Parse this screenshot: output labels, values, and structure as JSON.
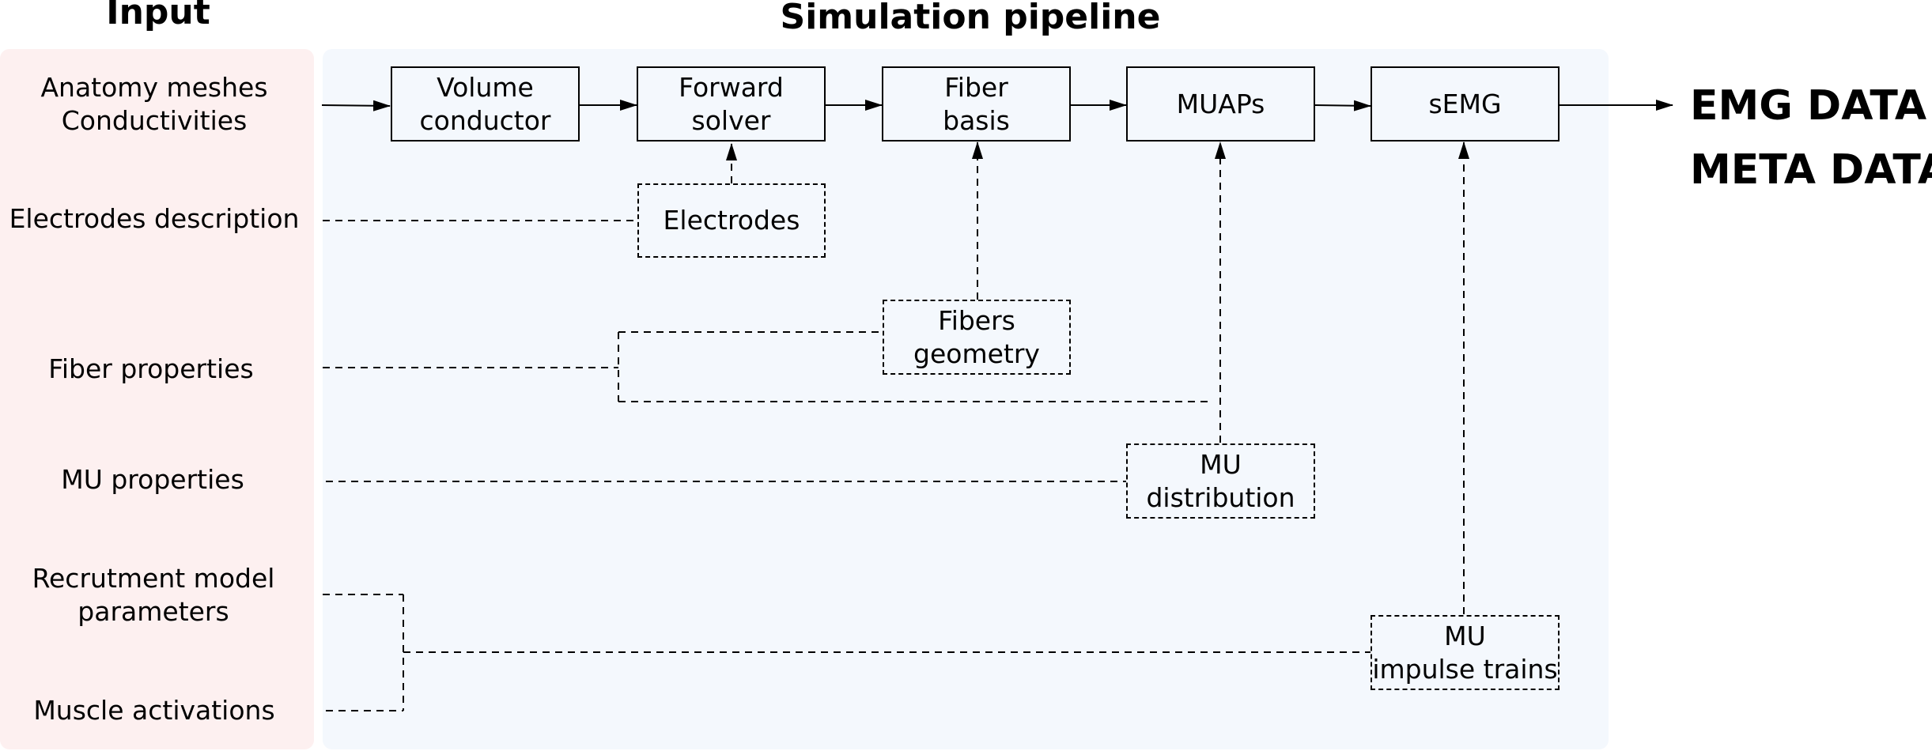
{
  "headings": {
    "input": "Input",
    "pipeline": "Simulation pipeline"
  },
  "inputs": [
    "Anatomy meshes\nConductivities",
    "Electrodes description",
    "Fiber properties",
    "MU properties",
    "Recrutment model\nparameters",
    "Muscle activations"
  ],
  "pipeline_boxes": [
    "Volume\nconductor",
    "Forward\nsolver",
    "Fiber\nbasis",
    "MUAPs",
    "sEMG"
  ],
  "aux_boxes": {
    "electrodes": "Electrodes",
    "fibers_geometry": "Fibers\ngeometry",
    "mu_distribution": "MU\ndistribution",
    "mu_impulse_trains": "MU\nimpulse trains"
  },
  "outputs": [
    "EMG DATA",
    "META DATA"
  ],
  "colors": {
    "input_panel": "#fdf0f0",
    "pipeline_panel": "#f4f8fd"
  }
}
